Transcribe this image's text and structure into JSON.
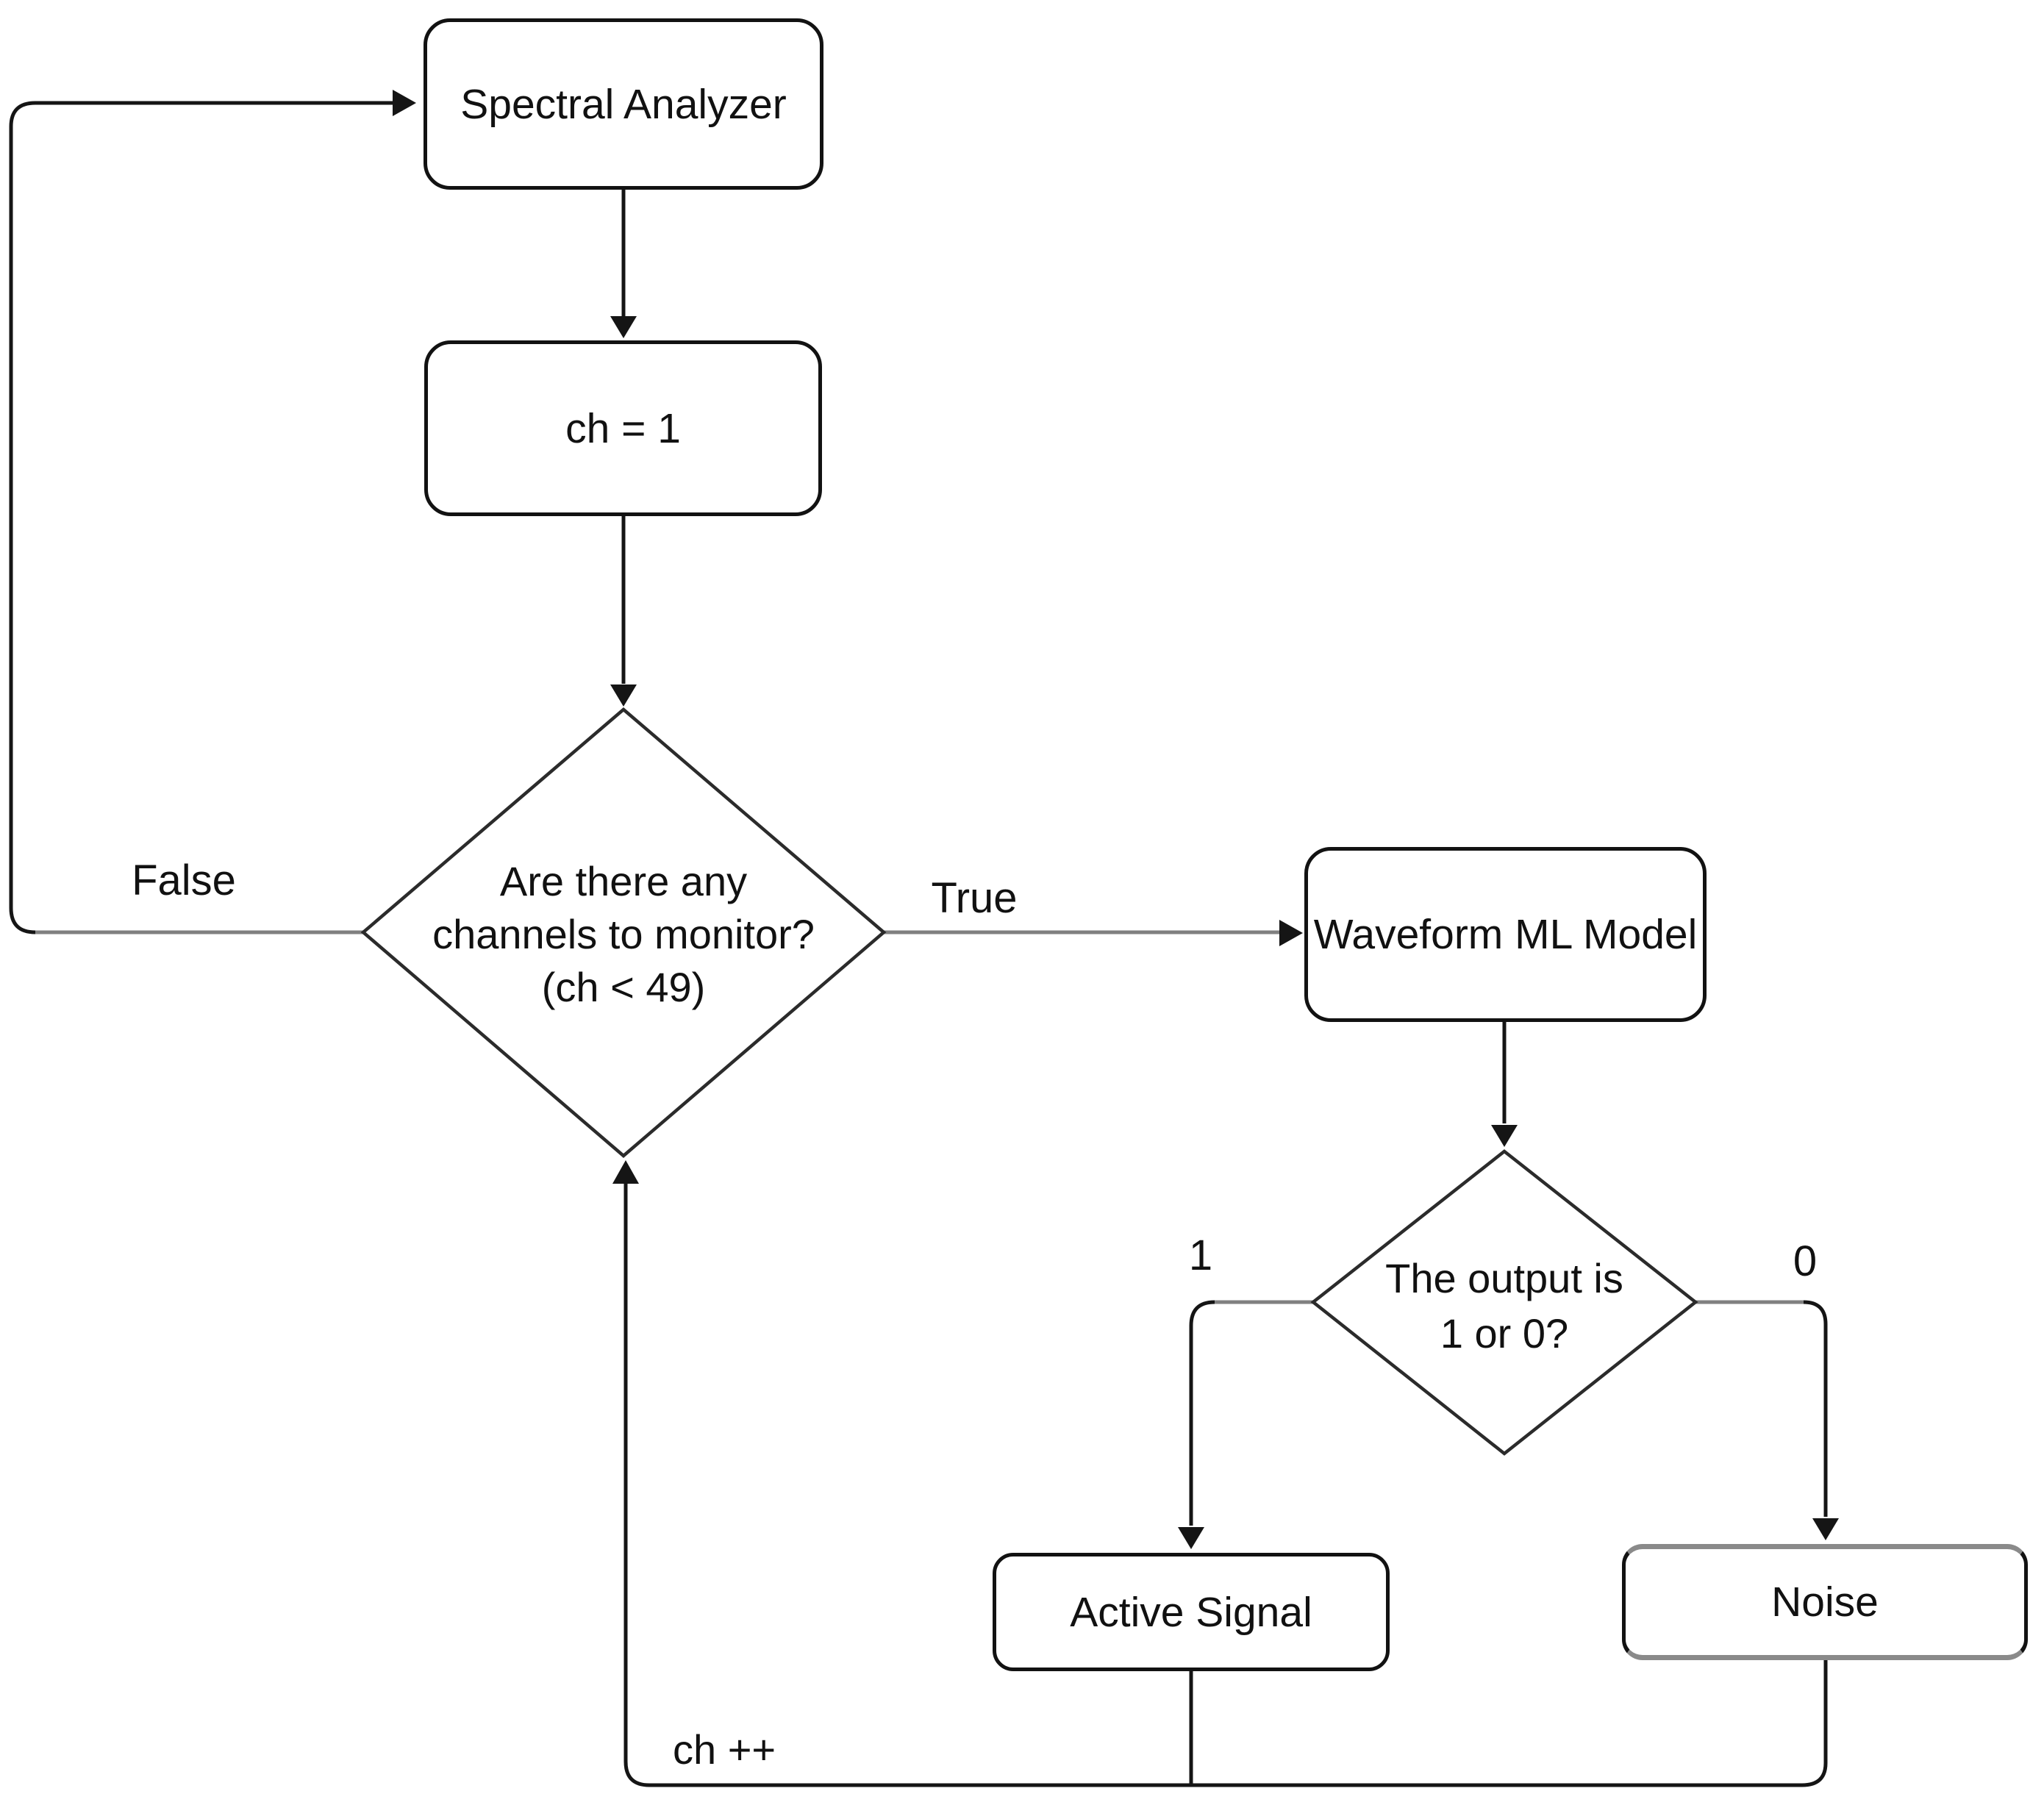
{
  "flowchart": {
    "nodes": {
      "spectral_analyzer": {
        "label": "Spectral Analyzer"
      },
      "ch_init": {
        "label": "ch = 1"
      },
      "channels_decision": {
        "lines": [
          "Are there any",
          "channels to monitor?",
          "(ch < 49)"
        ]
      },
      "waveform_model": {
        "label": "Waveform ML Model"
      },
      "output_decision": {
        "lines": [
          "The output is",
          "1 or 0?"
        ]
      },
      "active_signal": {
        "label": "Active Signal"
      },
      "noise": {
        "label": "Noise"
      }
    },
    "edge_labels": {
      "false_branch": "False",
      "true_branch": "True",
      "one_branch": "1",
      "zero_branch": "0",
      "increment": "ch ++"
    }
  },
  "colors": {
    "background": "#ffffff",
    "stroke": "#151515",
    "diamond_stroke": "#2b2b2b",
    "gray_line": "#808080",
    "text": "#111111"
  }
}
